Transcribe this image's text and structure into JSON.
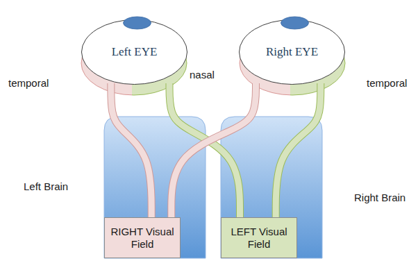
{
  "diagram": {
    "nodes": [
      {
        "text": [
          "Left EYE"
        ]
      },
      {
        "text": [
          "Right EYE"
        ]
      },
      {
        "text": [
          "Left Brain"
        ]
      },
      {
        "text": [
          "RIGHT Visual Field"
        ],
        "in": 2
      },
      {
        "text": [
          "Right Brain"
        ]
      },
      {
        "text": [
          "LEFT Visual Field"
        ],
        "in": 4
      }
    ],
    "edges": [
      {
        "from": 0,
        "to": 3,
        "arrow": "none"
      },
      {
        "from": 0,
        "to": 5,
        "arrow": "none"
      },
      {
        "from": 1,
        "to": 3,
        "arrow": "none"
      },
      {
        "from": 1,
        "to": 5,
        "arrow": "none"
      }
    ],
    "labels": [
      "temporal",
      "nasal",
      "temporal"
    ]
  }
}
